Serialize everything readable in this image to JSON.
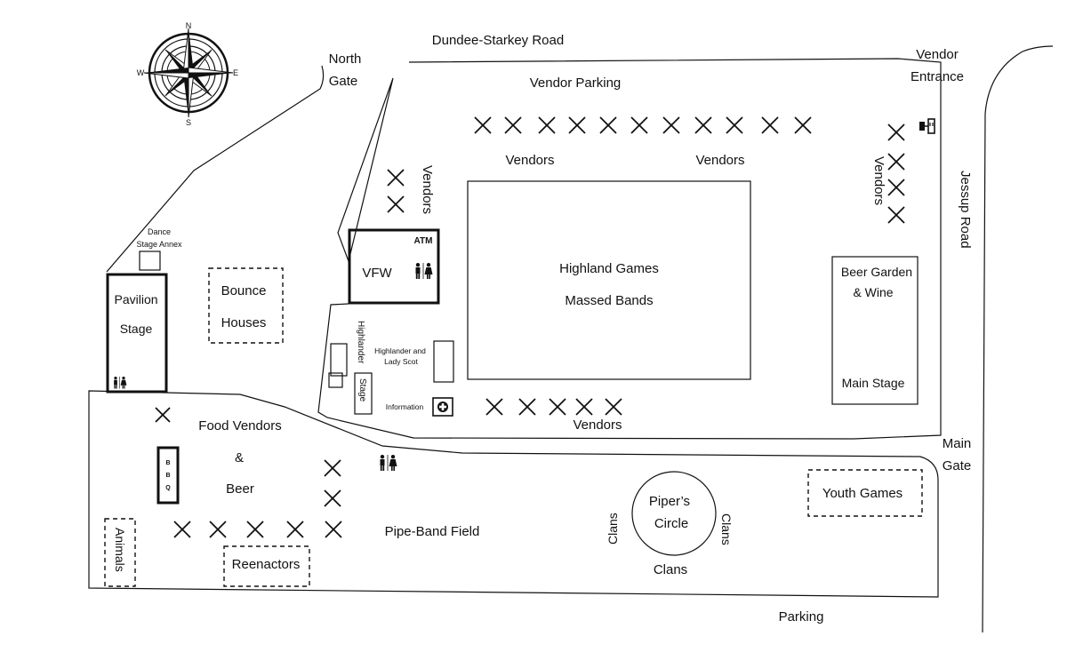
{
  "roads": {
    "top": "Dundee-Starkey Road",
    "right": "Jessup Road"
  },
  "gates": {
    "north_line1": "North",
    "north_line2": "Gate",
    "vendor_line1": "Vendor",
    "vendor_line2": "Entrance",
    "main_line1": "Main",
    "main_line2": "Gate"
  },
  "compass": {
    "n": "N",
    "s": "S",
    "e": "E",
    "w": "W"
  },
  "areas": {
    "vendor_parking": "Vendor Parking",
    "vendors": "Vendors",
    "highland_games": "Highland Games",
    "massed_bands": "Massed Bands",
    "beer_garden_line1": "Beer  Garden",
    "beer_garden_line2": "& Wine",
    "main_stage": "Main Stage",
    "atm": "ATM",
    "vfw": "VFW",
    "dance_annex_line1": "Dance",
    "dance_annex_line2": "Stage Annex",
    "pavilion_line1": "Pavilion",
    "pavilion_line2": "Stage",
    "bounce_line1": "Bounce",
    "bounce_line2": "Houses",
    "highlander": "Highlander",
    "stage": "Stage",
    "hl_lady_line1": "Highlander and",
    "hl_lady_line2": "Lady Scot",
    "information": "Information",
    "food_line1": "Food Vendors",
    "food_line2": "&",
    "food_line3": "Beer",
    "bbq": [
      "B",
      "B",
      "Q"
    ],
    "animals": "Animals",
    "reenactors": "Reenactors",
    "pipe_band_field": "Pipe-Band Field",
    "pipers_line1": "Piper’s",
    "pipers_line2": "Circle",
    "clans": "Clans",
    "youth_games": "Youth Games",
    "parking": "Parking"
  },
  "icons": {
    "restroom": "restroom-icon",
    "first_aid": "first-aid-icon",
    "power": "power-outlet-icon",
    "compass": "compass-rose-icon",
    "vendor_spot": "vendor-spot-x-icon"
  }
}
